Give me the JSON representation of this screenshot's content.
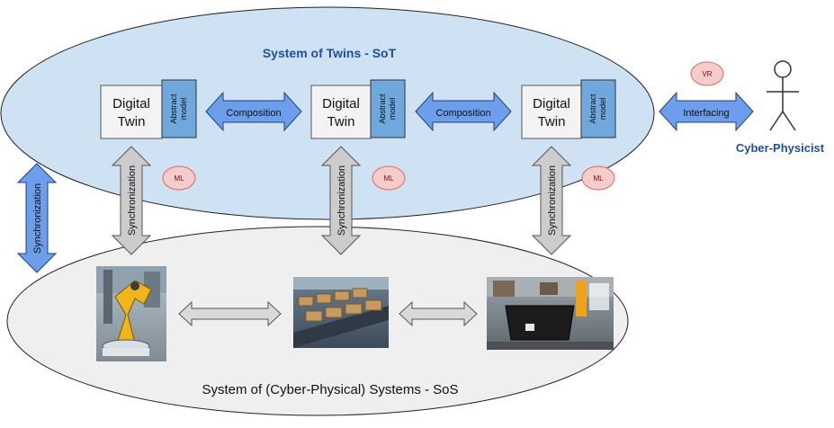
{
  "sot": {
    "title": "System of Twins - SoT"
  },
  "sos": {
    "title": "System of (Cyber-Physical) Systems - SoS"
  },
  "twins": [
    {
      "line1": "Digital",
      "line2": "Twin",
      "model_line1": "Abstract",
      "model_line2": "model",
      "badge": "ML"
    },
    {
      "line1": "Digital",
      "line2": "Twin",
      "model_line1": "Abstract",
      "model_line2": "model",
      "badge": "ML"
    },
    {
      "line1": "Digital",
      "line2": "Twin",
      "model_line1": "Abstract",
      "model_line2": "model",
      "badge": "ML"
    }
  ],
  "arrows": {
    "composition_1": "Composition",
    "composition_2": "Composition",
    "interfacing": "Interfacing",
    "sync_1": "Synchronization",
    "sync_2": "Synchronization",
    "sync_3": "Synchronization",
    "sync_outer": "Synchronization"
  },
  "vr_badge": "VR",
  "actor": {
    "label": "Cyber-Physicist"
  },
  "photos": [
    {
      "icon": "industrial-robot-photo"
    },
    {
      "icon": "conveyor-boxes-photo"
    },
    {
      "icon": "warehouse-bin-photo"
    }
  ],
  "colors": {
    "sot_fill": "#cfe2f3",
    "sos_fill": "#efefef",
    "blue_arrow": "#6d9eeb",
    "gray_arrow": "#cccccc",
    "title_blue": "#1f4e9a",
    "badge_fill": "#f4cccc",
    "badge_stroke": "#e06666"
  }
}
